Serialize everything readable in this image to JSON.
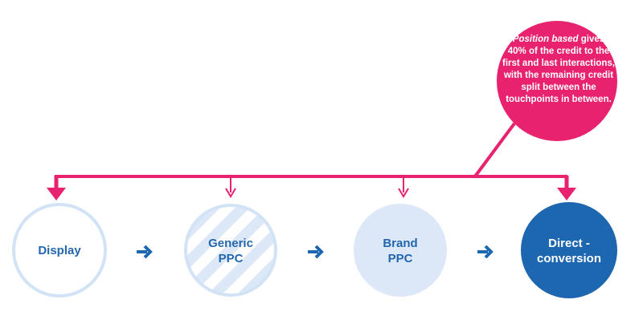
{
  "callout": {
    "emphasis": "Position based",
    "text": "gives 40% of the credit to the first and last interactions, with the remaining credit split between the touchpoints in between."
  },
  "nodes": [
    {
      "line1": "Display",
      "line2": ""
    },
    {
      "line1": "Generic",
      "line2": "PPC"
    },
    {
      "line1": "Brand",
      "line2": "PPC"
    },
    {
      "line1": "Direct -",
      "line2": "conversion"
    }
  ],
  "icons": [
    "arrow-right-icon",
    "arrow-down-icon"
  ],
  "colors": {
    "pink": "#e8226f",
    "blue": "#1d66b0",
    "light_blue": "#dce8f7",
    "outline_blue": "#d3e3f6",
    "text_blue": "#2366ad"
  }
}
